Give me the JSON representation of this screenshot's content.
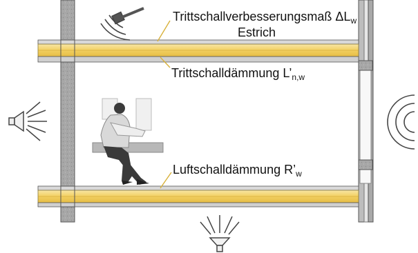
{
  "labels": {
    "trittschallverbesserung": {
      "text": "Trittschallverbesserungsmaß ",
      "delta_symbol": "ΔL",
      "subscript": "w"
    },
    "estrich": {
      "text": "Estrich"
    },
    "trittschalldaemmung": {
      "text": "Trittschalldämmung L’",
      "subscript": "n,w"
    },
    "luftschalldaemmung": {
      "text": "Luftschalldämmung R’",
      "subscript": "w"
    }
  },
  "icons": [
    "hammer-icon",
    "left-loudspeaker-icon",
    "right-sound-wave-icon",
    "bottom-loudspeaker-icon",
    "seated-person-reading-icon"
  ],
  "colors": {
    "insulation": "#f2d16b",
    "insulation_edge": "#8a7a3e",
    "wall": "#a9a9a9",
    "wall_dark": "#6f6f6f",
    "line": "#333333",
    "label_line": "#d8b13a"
  }
}
